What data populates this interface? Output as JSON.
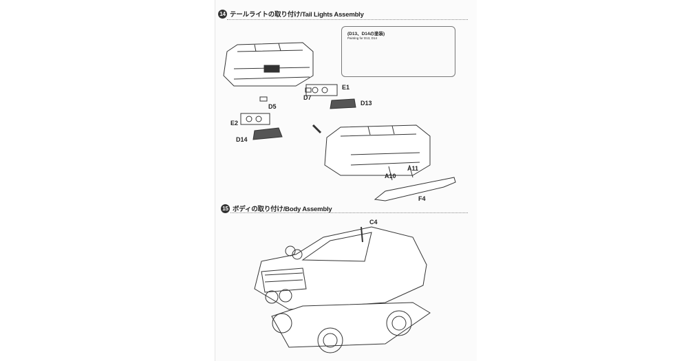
{
  "steps": [
    {
      "number": "14",
      "title": "テールライトの取り付け/Tail Lights Assembly"
    },
    {
      "number": "15",
      "title": "ボディの取り付け/Body Assembly"
    }
  ],
  "painting": {
    "title": "(D13、D14の塗装)",
    "subtitle": "Painting for D13, D14"
  },
  "parts": {
    "d5": "D5",
    "d7": "D7",
    "e1": "E1",
    "d13": "D13",
    "e2": "E2",
    "d14": "D14",
    "a10": "A10",
    "a11": "A11",
    "f4": "F4",
    "c4": "C4"
  }
}
